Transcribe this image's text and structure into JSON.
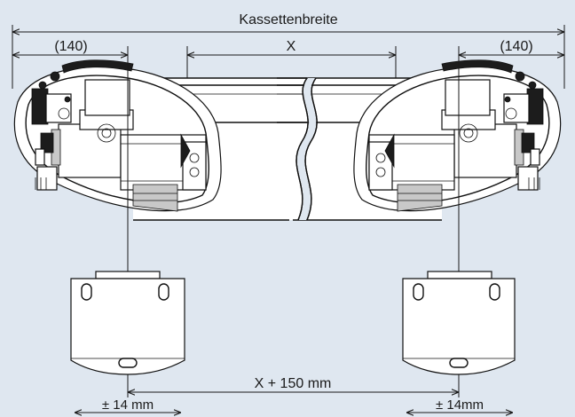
{
  "labels": {
    "cassette_width": "Kassettenbreite",
    "side_left": "(140)",
    "side_right": "(140)",
    "middle": "X",
    "bottom": "X + 150 mm",
    "tol_left": "± 14 mm",
    "tol_right": "± 14mm"
  },
  "colors": {
    "background": "#dfe7f0",
    "line": "#111111",
    "fill": "#ffffff"
  }
}
